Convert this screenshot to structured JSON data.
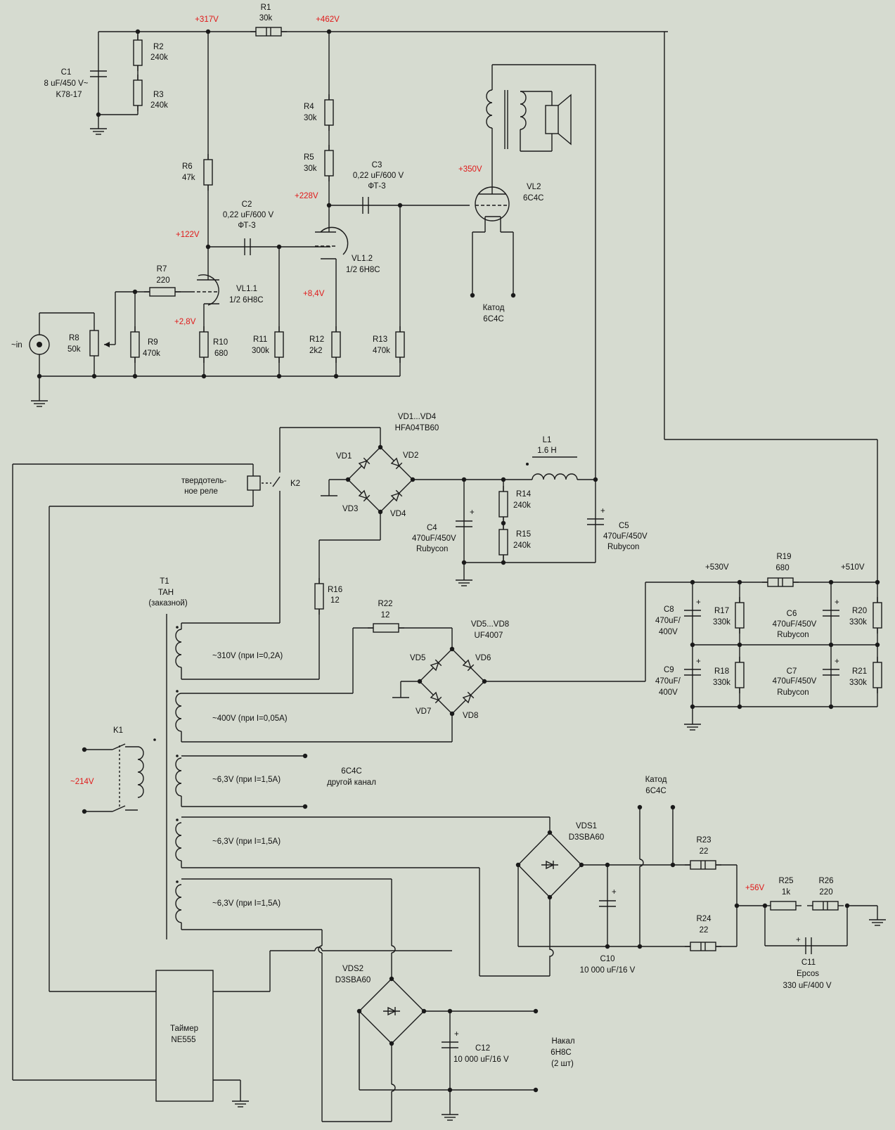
{
  "colors": {
    "background": "#d6dbd0",
    "wire": "#1a1a1a",
    "voltage": "#e01818"
  },
  "voltages": {
    "v317": "+317V",
    "v462": "+462V",
    "v350": "+350V",
    "v228": "+228V",
    "v122": "+122V",
    "v84": "+8,4V",
    "v28": "+2,8V",
    "v530": "+530V",
    "v510": "+510V",
    "v56": "+56V",
    "v214": "~214V"
  },
  "components": {
    "r1": [
      "R1",
      "30k"
    ],
    "r2": [
      "R2",
      "240k"
    ],
    "r3": [
      "R3",
      "240k"
    ],
    "c1": [
      "C1",
      "8 uF/450 V~",
      "K78-17"
    ],
    "r4": [
      "R4",
      "30k"
    ],
    "r5": [
      "R5",
      "30k"
    ],
    "r6": [
      "R6",
      "47k"
    ],
    "c2": [
      "C2",
      "0,22 uF/600 V",
      "ФТ-3"
    ],
    "c3": [
      "C3",
      "0,22 uF/600 V",
      "ФТ-3"
    ],
    "vl2": [
      "VL2",
      "6C4C"
    ],
    "vl11": [
      "VL1.1",
      "1/2 6H8C"
    ],
    "vl12": [
      "VL1.2",
      "1/2 6H8C"
    ],
    "r7": [
      "R7",
      "220"
    ],
    "r8": [
      "R8",
      "50k"
    ],
    "r9": [
      "R9",
      "470k"
    ],
    "r10": [
      "R10",
      "680"
    ],
    "r11": [
      "R11",
      "300k"
    ],
    "r12": [
      "R12",
      "2k2"
    ],
    "r13": [
      "R13",
      "470k"
    ],
    "input": "~in",
    "cathode1": [
      "Катод",
      "6C4C"
    ],
    "bridge1": [
      "VD1...VD4",
      "HFA04TB60"
    ],
    "vd1": "VD1",
    "vd2": "VD2",
    "vd3": "VD3",
    "vd4": "VD4",
    "l1": [
      "L1",
      "1.6 H"
    ],
    "c4": [
      "C4",
      "470uF/450V",
      "Rubycon"
    ],
    "c5": [
      "C5",
      "470uF/450V",
      "Rubycon"
    ],
    "r14": [
      "R14",
      "240k"
    ],
    "r15": [
      "R15",
      "240k"
    ],
    "relay": [
      "твердотель-",
      "ное реле"
    ],
    "k2": "K2",
    "t1": [
      "T1",
      "TAH",
      "(заказной)"
    ],
    "r16": [
      "R16",
      "12"
    ],
    "r22": [
      "R22",
      "12"
    ],
    "bridge2": [
      "VD5...VD8",
      "UF4007"
    ],
    "vd5": "VD5",
    "vd6": "VD6",
    "vd7": "VD7",
    "vd8": "VD8",
    "r19": [
      "R19",
      "680"
    ],
    "c8": [
      "C8",
      "470uF/",
      "400V"
    ],
    "c9": [
      "C9",
      "470uF/",
      "400V"
    ],
    "r17": [
      "R17",
      "330k"
    ],
    "r18": [
      "R18",
      "330k"
    ],
    "c6": [
      "C6",
      "470uF/450V",
      "Rubycon"
    ],
    "c7": [
      "C7",
      "470uF/450V",
      "Rubycon"
    ],
    "r20": [
      "R20",
      "330k"
    ],
    "r21": [
      "R21",
      "330k"
    ],
    "k1": "K1",
    "w1": "~310V (при I=0,2A)",
    "w2": "~400V (при I=0,05A)",
    "w3": "~6,3V (при I=1,5A)",
    "w4": "~6,3V (при I=1,5A)",
    "w5": "~6,3V (при I=1,5A)",
    "other": [
      "6C4C",
      "другой канал"
    ],
    "cathode2": [
      "Катод",
      "6C4C"
    ],
    "vds1": [
      "VDS1",
      "D3SBA60"
    ],
    "r23": [
      "R23",
      "22"
    ],
    "r24": [
      "R24",
      "22"
    ],
    "c10": [
      "C10",
      "10 000 uF/16 V"
    ],
    "r25": [
      "R25",
      "1k"
    ],
    "r26": [
      "R26",
      "220"
    ],
    "c11": [
      "C11",
      "Epcos",
      "330 uF/400 V"
    ],
    "vds2": [
      "VDS2",
      "D3SBA60"
    ],
    "c12": [
      "C12",
      "10 000 uF/16 V"
    ],
    "heater": [
      "Накал",
      "6H8C",
      "(2 шт)"
    ],
    "timer": [
      "Таймер",
      "NE555"
    ]
  }
}
